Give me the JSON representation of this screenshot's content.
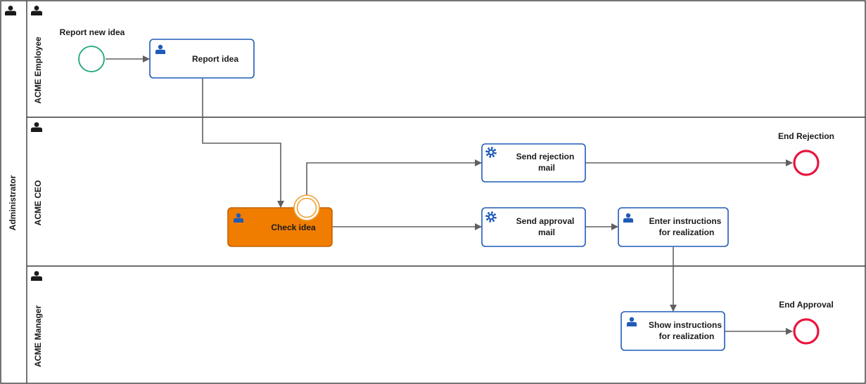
{
  "pool": {
    "label": "Administrator"
  },
  "lanes": [
    {
      "id": "employee",
      "label": "ACME Employee"
    },
    {
      "id": "ceo",
      "label": "ACME CEO"
    },
    {
      "id": "manager",
      "label": "ACME Manager"
    }
  ],
  "events": {
    "start": {
      "label": "Report new idea"
    },
    "end_rejection": {
      "label": "End Rejection"
    },
    "end_approval": {
      "label": "End Approval"
    }
  },
  "tasks": {
    "report_idea": {
      "lines": [
        "Report idea"
      ],
      "icon": "user-icon"
    },
    "check_idea": {
      "lines": [
        "Check idea"
      ],
      "icon": "user-icon",
      "status": "active"
    },
    "send_rejection": {
      "lines": [
        "Send rejection",
        "mail"
      ],
      "icon": "gear-icon"
    },
    "send_approval": {
      "lines": [
        "Send approval",
        "mail"
      ],
      "icon": "gear-icon"
    },
    "enter_instructions": {
      "lines": [
        "Enter instructions",
        "for realization"
      ],
      "icon": "user-icon"
    },
    "show_instructions": {
      "lines": [
        "Show instructions",
        "for realization"
      ],
      "icon": "user-icon"
    }
  },
  "colors": {
    "task_border": "#1f5bb8",
    "active_task_fill": "#f07d00",
    "start_event": "#1aa57a",
    "end_event": "#e8153f",
    "boundary_event": "#f0a030",
    "flow": "#606060",
    "user_icon": "#1f5bb8"
  }
}
